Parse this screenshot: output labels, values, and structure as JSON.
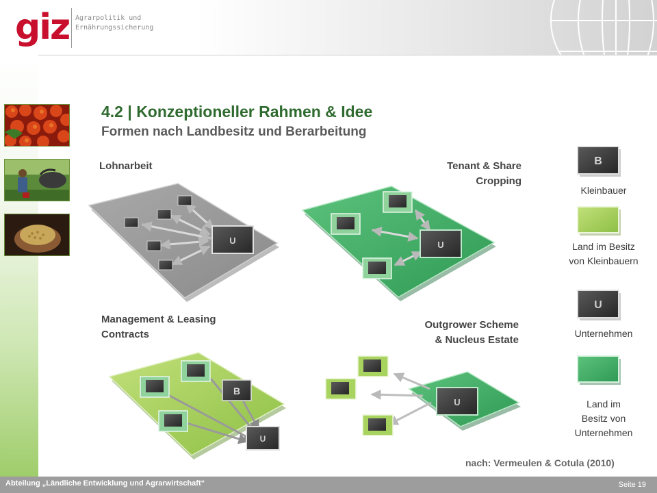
{
  "header": {
    "logo_text": "giz",
    "logo_sub_line1": "Agrarpolitik und",
    "logo_sub_line2": "Ernährungssicherung"
  },
  "slide": {
    "title": "4.2 | Konzeptioneller Rahmen & Idee",
    "subtitle": "Formen nach Landbesitz und Berarbeitung"
  },
  "diagrams": {
    "lohnarbeit": "Lohnarbeit",
    "tenant_line1": "Tenant & Share",
    "tenant_line2": "Cropping",
    "management_line1": "Management & Leasing",
    "management_line2": "Contracts",
    "outgrower_line1": "Outgrower Scheme",
    "outgrower_line2": "& Nucleus Estate"
  },
  "icons": {
    "u_letter": "U",
    "b_letter": "B"
  },
  "legend": {
    "kleinbauer": "Kleinbauer",
    "land_kleinbauern_line1": "Land im Besitz",
    "land_kleinbauern_line2": "von Kleinbauern",
    "unternehmen": "Unternehmen",
    "land_unternehmen_line1": "Land im",
    "land_unternehmen_line2": "Besitz von",
    "land_unternehmen_line3": "Unternehmen"
  },
  "source": "nach: Vermeulen & Cotula (2010)",
  "footer": {
    "text": "Abteilung „Ländliche Entwicklung und Agrarwirtschaft“",
    "page": "Seite 19"
  },
  "colors": {
    "brand_red": "#c8102e",
    "title_green": "#2f6b2f",
    "land_company": "#43b36a",
    "land_smallholder": "#a9d35f",
    "block_dark": "#3a3a3a",
    "footer_gray": "#9d9d9d"
  }
}
